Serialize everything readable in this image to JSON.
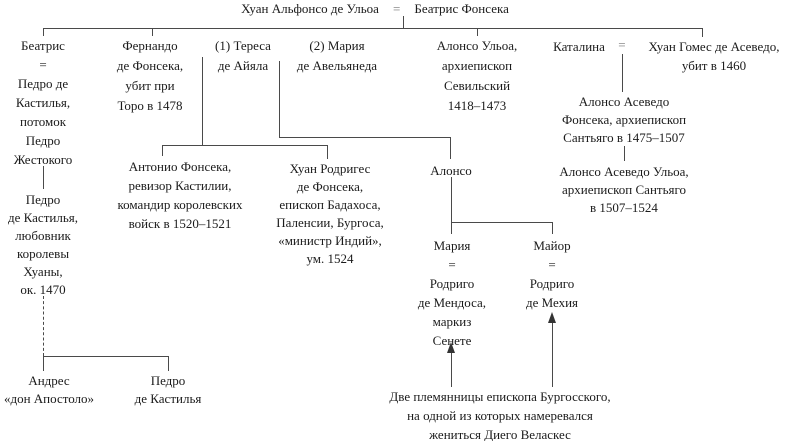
{
  "colors": {
    "background": "#ffffff",
    "text": "#1b1b1b",
    "line": "#4a4a4a",
    "marriage_equals": "#9b9b9b"
  },
  "top_couple": {
    "husband": "Хуан Альфонсо де Ульоа",
    "equals_sign": "=",
    "wife": "Беатрис Фонсека"
  },
  "blocks": {
    "beatris": {
      "lines": [
        "Беатрис",
        "=",
        "Педро де",
        "Кастилья,",
        "потомок",
        "Педро",
        "Жестокого"
      ]
    },
    "pedro_kastilya_lover": {
      "lines": [
        "Педро",
        "де Кастилья,",
        "любовник",
        "королевы",
        "Хуаны,",
        "ок. 1470"
      ]
    },
    "fernando": {
      "lines": [
        "Фернандо",
        "де Фонсека,",
        "убит при",
        "Торо в 1478"
      ]
    },
    "teresa": {
      "lines": [
        "(1) Тереса",
        "де Айяла"
      ]
    },
    "maria_avelyaneda": {
      "lines": [
        "(2) Мария",
        "де Авельянеда"
      ]
    },
    "alonso_ulloa": {
      "lines": [
        "Алонсо Ульоа,",
        "архиепископ",
        "Севильский",
        "1418–1473"
      ]
    },
    "katalina": {
      "label": "Каталина",
      "equals_sign": "="
    },
    "juan_gomes": {
      "lines": [
        "Хуан Гомес де Асеведо,",
        "убит в 1460"
      ]
    },
    "antonio": {
      "lines": [
        "Антонио Фонсека,",
        "ревизор Кастилии,",
        "командир королевских",
        "войск в 1520–1521"
      ]
    },
    "juan_rodriges": {
      "lines": [
        "Хуан Родригес",
        "де Фонсека,",
        "епископ Бадахоса,",
        "Паленсии, Бургоса,",
        "«министр Индий»,",
        "ум. 1524"
      ]
    },
    "alonso": {
      "lines": [
        "Алонсо"
      ]
    },
    "acevedo_fonseca": {
      "lines": [
        "Алонсо Асеведо",
        "Фонсека, архиепископ",
        "Сантьяго в 1475–1507"
      ]
    },
    "acevedo_ulloa": {
      "lines": [
        "Алонсо Асеведо Ульоа,",
        "архиепископ Сантьяго",
        "в 1507–1524"
      ]
    },
    "maria": {
      "lines": [
        "Мария",
        "=",
        "Родриго",
        "де Мендоса,",
        "маркиз",
        "Сенете"
      ]
    },
    "mayor": {
      "lines": [
        "Майор",
        "=",
        "Родриго",
        "де Мехия"
      ]
    },
    "andres": {
      "lines": [
        "Андрес",
        "«дон Апостоло»"
      ]
    },
    "pedro_kastilya_jr": {
      "lines": [
        "Педро",
        "де Кастилья"
      ]
    },
    "footnote": {
      "lines": [
        "Две племянницы епископа Бургосского,",
        "на одной из которых намеревался",
        "жениться Диего Веласкес"
      ]
    }
  }
}
